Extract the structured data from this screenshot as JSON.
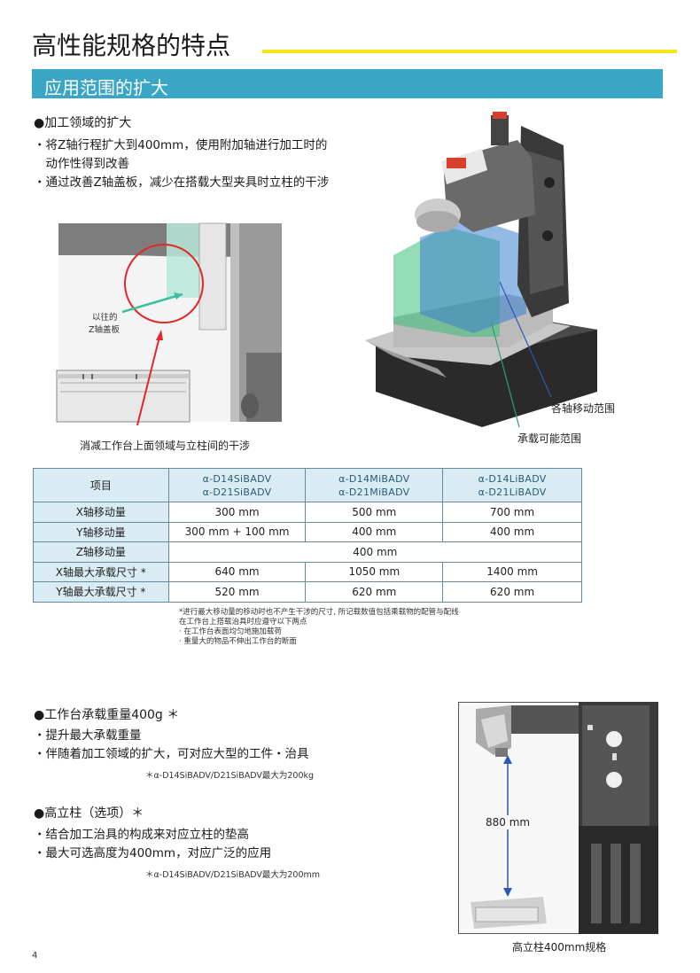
{
  "header": {
    "title": "高性能规格的特点",
    "section": "应用范围的扩大"
  },
  "colors": {
    "accent": "#3aa6c6",
    "title_line": "#f3e61a",
    "table_header": "#d9ecf3",
    "range_green": "#3cc07a",
    "range_blue": "#3a7fd0",
    "arrow_red": "#e0282a"
  },
  "section1": {
    "heading": "●加工领域的扩大",
    "bullets": [
      "・将Z轴行程扩大到400mm，使用附加轴进行加工时的",
      "　动作性得到改善",
      "・通过改善Z轴盖板，减少在搭载大型夹具时立柱的干涉"
    ]
  },
  "figure1": {
    "label_old_cover_1": "以往的",
    "label_old_cover_2": "Z轴盖板",
    "caption": "消减工作台上面领域与立柱间的干涉",
    "label_axis_range": "各轴移动范围",
    "label_load_range": "承载可能范围"
  },
  "table": {
    "header": {
      "item": "项目",
      "col1_line1": "α-D14SiBADV",
      "col1_line2": "α-D21SiBADV",
      "col2_line1": "α-D14MiBADV",
      "col2_line2": "α-D21MiBADV",
      "col3_line1": "α-D14LiBADV",
      "col3_line2": "α-D21LiBADV"
    },
    "rows": [
      {
        "label": "X轴移动量",
        "c1": "300 mm",
        "c2": "500 mm",
        "c3": "700 mm"
      },
      {
        "label": "Y轴移动量",
        "c1": "300 mm + 100 mm",
        "c2": "400 mm",
        "c3": "400 mm"
      },
      {
        "label": "Z轴移动量",
        "merged": "400 mm"
      },
      {
        "label": "X轴最大承载尺寸 *",
        "c1": "640 mm",
        "c2": "1050 mm",
        "c3": "1400 mm"
      },
      {
        "label": "Y轴最大承载尺寸 *",
        "c1": "520 mm",
        "c2": "620 mm",
        "c3": "620 mm"
      }
    ],
    "notes": [
      "*进行最大移动量的移动时也不产生干涉的尺寸, 所记载数值包括乘载物的配管与配线",
      "  在工作台上搭载治具时应遵守以下两点",
      "    · 在工作台表面均匀地施加载荷",
      "    · 重量大的物品不伸出工作台的断面"
    ]
  },
  "section2": {
    "heading": "●工作台承载重量400g ＊",
    "bullets": [
      "・提升最大承载重量",
      "・伴随着加工领域的扩大，可对应大型的工件・治具"
    ],
    "note": "＊α-D14SiBADV/D21SiBADV最大为200kg"
  },
  "section3": {
    "heading": "●高立柱（选项）＊",
    "bullets": [
      "・结合加工治具的构成来对应立柱的垫高",
      "・最大可选高度为400mm，对应广泛的应用"
    ],
    "note": "＊α-D14SiBADV/D21SiBADV最大为200mm"
  },
  "figure3": {
    "dimension": "880 mm",
    "caption": "高立柱400mm规格"
  },
  "footer": {
    "page": "4"
  }
}
